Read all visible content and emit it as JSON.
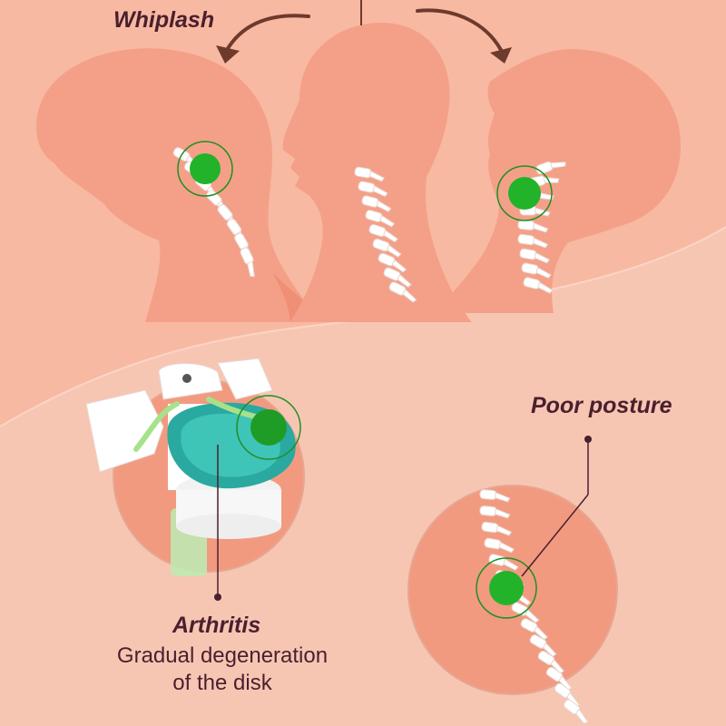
{
  "labels": {
    "whiplash": "Whiplash",
    "poor_posture": "Poor posture",
    "arthritis": "Arthritis",
    "arthritis_desc_line1": "Gradual degeneration",
    "arthritis_desc_line2": "of the disk"
  },
  "colors": {
    "background": "#f7c6b3",
    "upper_band": "#f8b9a2",
    "silhouette": "#f4a088",
    "silhouette_dark": "#ee8f76",
    "circle_fill": "#f29a80",
    "spine": "#ffffff",
    "highlight": "#22b32a",
    "highlight_ring": "#1f8f25",
    "disk_teal": "#2aa9a0",
    "nerve": "#a6e28a",
    "text": "#4a1f2e",
    "arrow": "#6e3a2c"
  },
  "icons": [
    "curved-arrow-left-icon",
    "curved-arrow-right-icon",
    "highlight-circle-icon"
  ]
}
